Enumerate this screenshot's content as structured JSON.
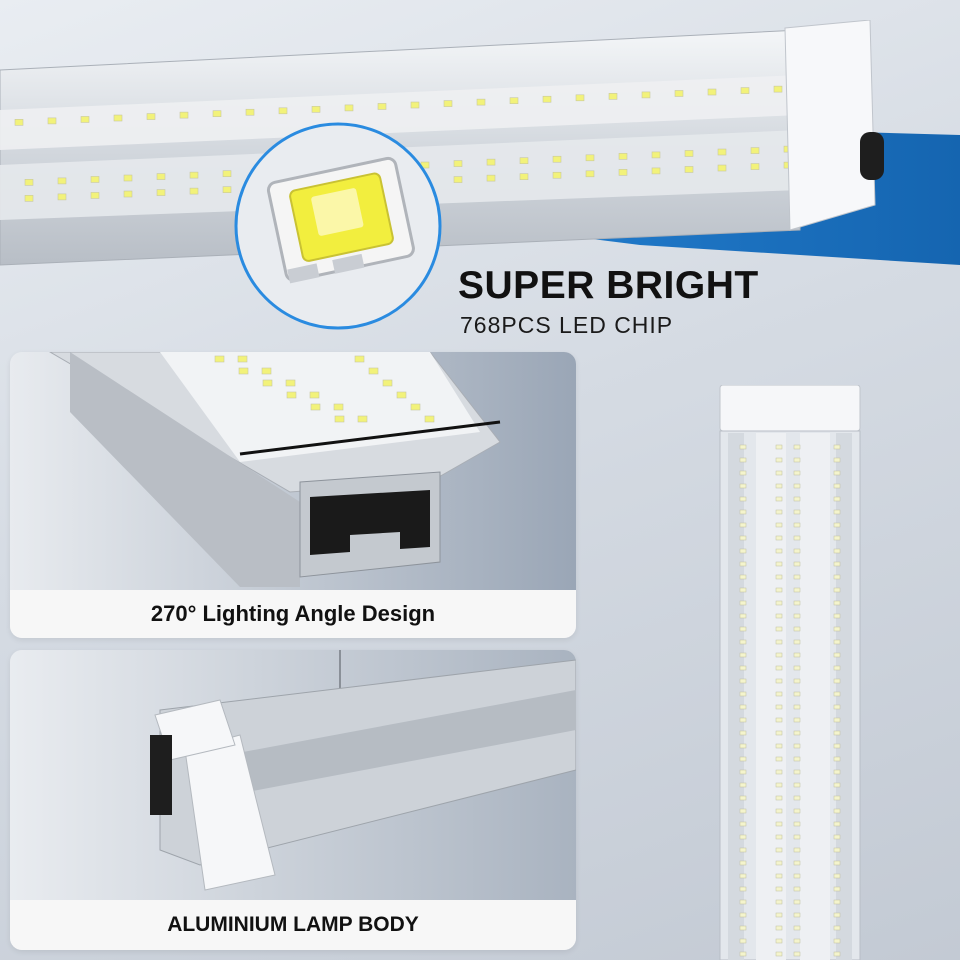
{
  "headline": {
    "title": "SUPER BRIGHT",
    "subtitle": "768PCS LED CHIP"
  },
  "features": [
    {
      "caption": "270° Lighting Angle Design"
    },
    {
      "caption": "ALUMINIUM LAMP BODY"
    }
  ],
  "colors": {
    "accent_blue": "#1e78c8",
    "led_yellow": "#f4f46a",
    "aluminium": "#c9ced5"
  }
}
